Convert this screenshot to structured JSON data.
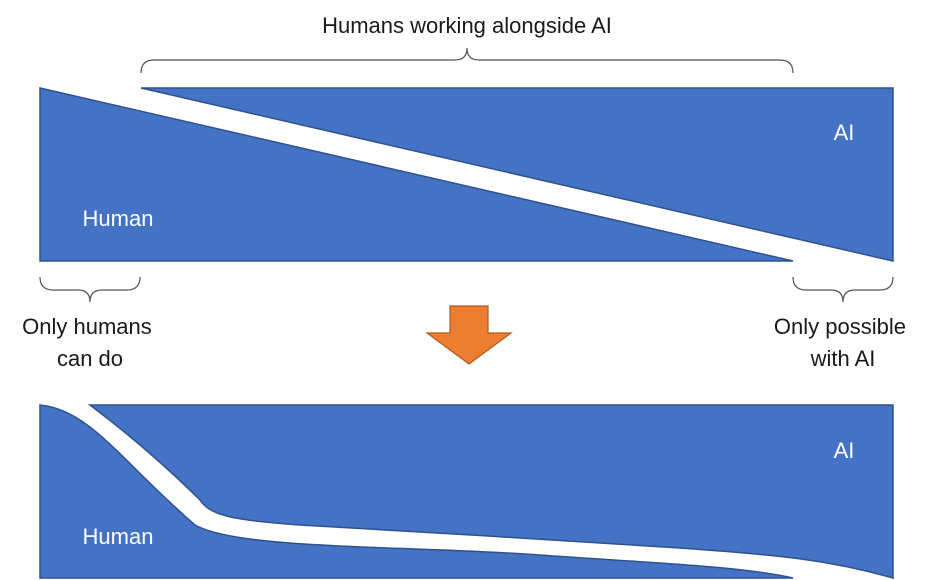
{
  "top_brace_label": "Humans working alongside AI",
  "left_brace_label": [
    "Only humans",
    "can do"
  ],
  "right_brace_label": [
    "Only possible",
    "with AI"
  ],
  "top_diagram": {
    "ai_label": "AI",
    "human_label": "Human"
  },
  "bottom_diagram": {
    "ai_label": "AI",
    "human_label": "Human"
  },
  "colors": {
    "shape_fill": "#4472C4",
    "shape_outline": "#2F528F",
    "arrow_fill": "#ED7D31",
    "text": "#1a1a1a",
    "brace": "#555555"
  }
}
